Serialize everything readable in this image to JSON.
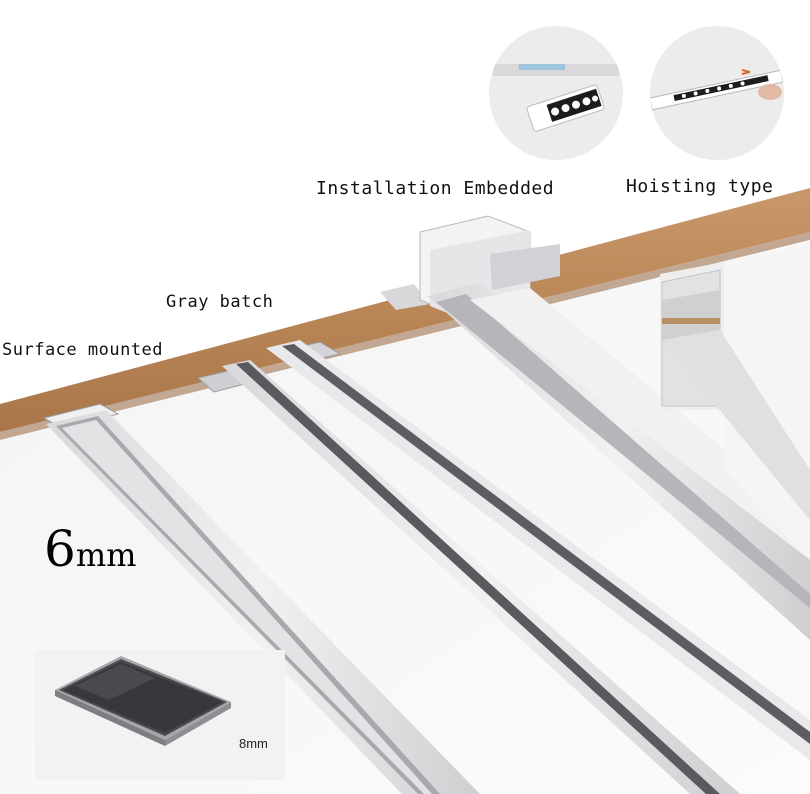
{
  "labels": {
    "surface": "Surface mounted",
    "gray": "Gray batch",
    "embedded": "Installation Embedded",
    "hoisting": "Hoisting type"
  },
  "thickness": {
    "value": "6",
    "unit": "mm"
  },
  "phone": {
    "label": "8mm"
  },
  "colors": {
    "wood": "#b8865a",
    "aluminum": "#e6e6e8",
    "channel_shadow": "#8d8d90",
    "background": "#ffffff"
  }
}
